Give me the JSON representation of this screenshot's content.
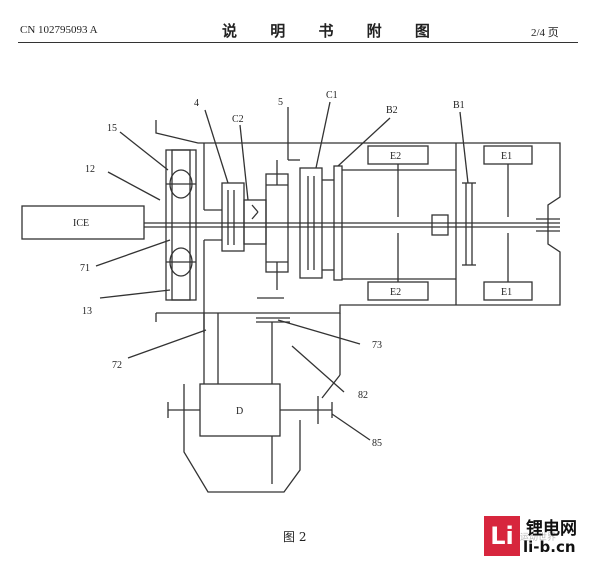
{
  "header": {
    "patent_number": "CN 102795093 A",
    "title": "说 明 书 附 图",
    "page": "2/4 页"
  },
  "diagram": {
    "boxes": {
      "ice": "ICE",
      "e2_top": "E2",
      "e1_top": "E1",
      "e2_bottom": "E2",
      "e1_bottom": "E1",
      "d": "D"
    },
    "labels": {
      "l15": "15",
      "l4": "4",
      "l5": "5",
      "lC1": "C1",
      "lC2": "C2",
      "lB2": "B2",
      "lB1": "B1",
      "l12": "12",
      "l71": "71",
      "l13": "13",
      "l72": "72",
      "l73": "73",
      "l82": "82",
      "l85": "85"
    }
  },
  "caption": "图 2",
  "watermark": {
    "logo_letter": "Li",
    "site_name_cn": "锂电网",
    "site_url": "li-b.cn",
    "faint_text": "运动世界"
  }
}
